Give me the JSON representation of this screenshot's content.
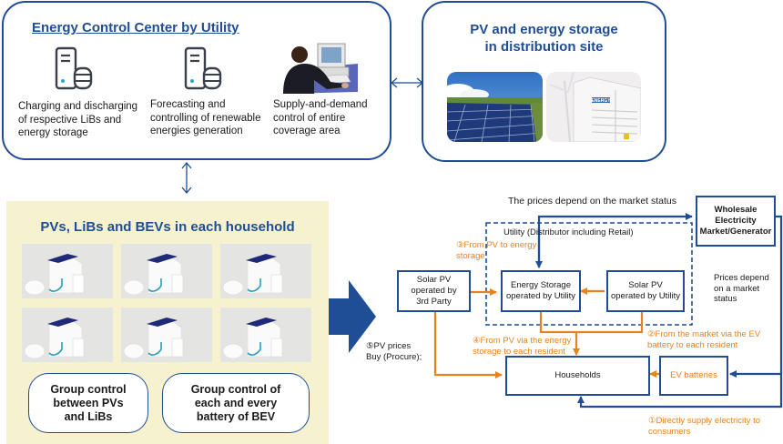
{
  "control_center": {
    "title": "Energy Control Center by Utility",
    "features": [
      {
        "icon": "server-database-icon",
        "lines": [
          "Charging and discharging",
          "of respective LiBs and",
          "energy storage"
        ]
      },
      {
        "icon": "server-database-icon",
        "lines": [
          "Forecasting and",
          "controlling of renewable",
          "energies generation"
        ]
      },
      {
        "icon": "operator-at-computer-image",
        "lines": [
          "Supply-and-demand",
          "control of entire",
          "coverage area"
        ]
      }
    ]
  },
  "distribution_site": {
    "title_lines": [
      "PV and energy storage",
      "in distribution site"
    ],
    "images": [
      "solar-panel-field-photo",
      "energy-storage-container-photo"
    ],
    "container_label": "ENERGY"
  },
  "household": {
    "title": "PVs, LiBs and BEVs in each household",
    "tile_count": 6,
    "controls": [
      {
        "lines": [
          "Group control",
          "between PVs",
          "and LiBs"
        ]
      },
      {
        "lines": [
          "Group control of",
          "each and every",
          "battery of BEV"
        ]
      }
    ]
  },
  "flow": {
    "top_note": "The prices depend on the market status",
    "utility_group_label": "Utility (Distributor including Retail)",
    "boxes": {
      "wholesale": [
        "Wholesale",
        "Electricity",
        "Market/Generator"
      ],
      "third_party_pv": [
        "Solar PV",
        "operated by",
        "3rd Party"
      ],
      "energy_storage": [
        "Energy Storage",
        "operated by Utility"
      ],
      "utility_pv": [
        "Solar PV",
        "operated by Utility"
      ],
      "households": "Households",
      "ev_batteries": "EV batteries"
    },
    "side_note": [
      "Prices depend",
      "on a market",
      "status"
    ],
    "annotations": {
      "a1": [
        "①Directly supply electricity to",
        "consumers"
      ],
      "a2": [
        "②From the market via the EV",
        "battery to each resident"
      ],
      "a3": [
        "③From PV to energy",
        "storage"
      ],
      "a4": [
        "④From PV via the energy",
        "storage to each resident"
      ],
      "a5": [
        "⑤PV prices",
        "Buy (Procure);"
      ]
    }
  },
  "colors": {
    "brand_blue": "#1f4e96",
    "flow_orange": "#e8821e",
    "household_bg": "#f6f2cf"
  }
}
